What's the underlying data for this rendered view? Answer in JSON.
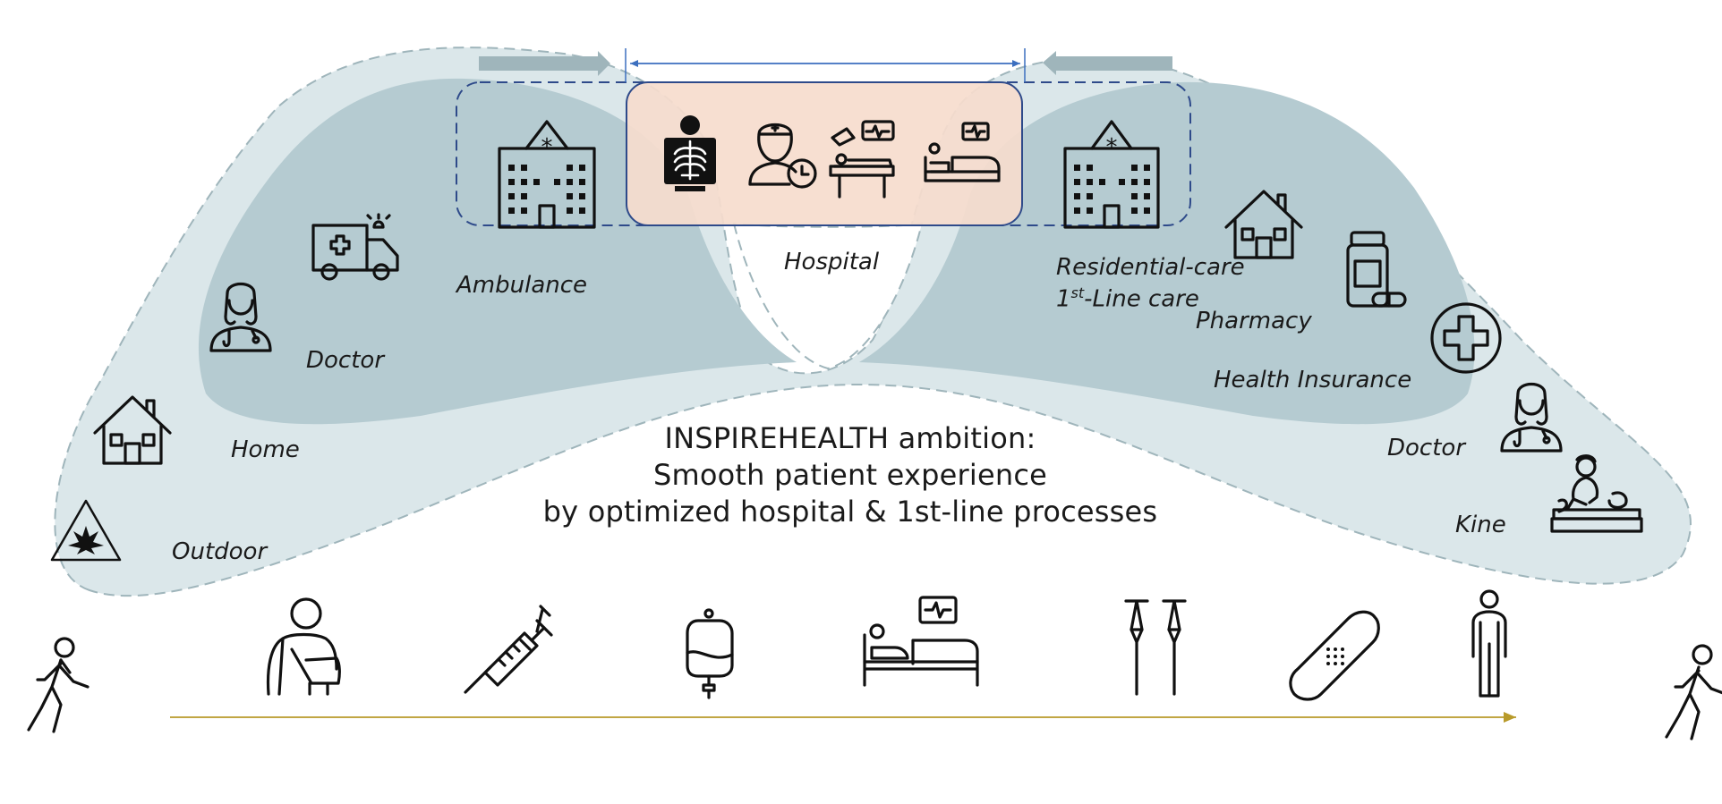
{
  "colors": {
    "outer_band": "#dbe7ea",
    "inner_band": "#b5cbd1",
    "hospital_box_fill": "#f6dccd",
    "hospital_box_border": "#2e4a8a",
    "dashed_border": "#2e4a8a",
    "arrow_blue": "#3c6fbf",
    "flow_arrow": "#b89a2a",
    "pushing_arrows": "#9fb5bb"
  },
  "labels": {
    "ambulance": "Ambulance",
    "hospital": "Hospital",
    "doctor_left": "Doctor",
    "home": "Home",
    "outdoor": "Outdoor",
    "residential_care": "Residential-care",
    "first_line_prefix": "1",
    "first_line_sup": "st",
    "first_line_suffix": "-Line care",
    "pharmacy": "Pharmacy",
    "health_insurance": "Health Insurance",
    "doctor_right": "Doctor",
    "kine": "Kine"
  },
  "ambition": {
    "line1": "INSPIREHEALTH ambition:",
    "line2": "Smooth patient experience",
    "line3": "by optimized hospital & 1st-line processes"
  },
  "icons": [
    "hospital-building-icon",
    "xray-icon",
    "nurse-clock-icon",
    "operating-table-icon",
    "hospital-bed-monitor-icon",
    "ambulance-icon",
    "doctor-female-icon",
    "house-icon",
    "hazard-triangle-icon",
    "medicine-bottle-icon",
    "medical-cross-icon",
    "physiotherapy-icon",
    "walking-person-icon",
    "arm-sling-icon",
    "syringe-icon",
    "iv-bag-icon",
    "crutches-icon",
    "bandage-icon",
    "standing-person-icon"
  ]
}
